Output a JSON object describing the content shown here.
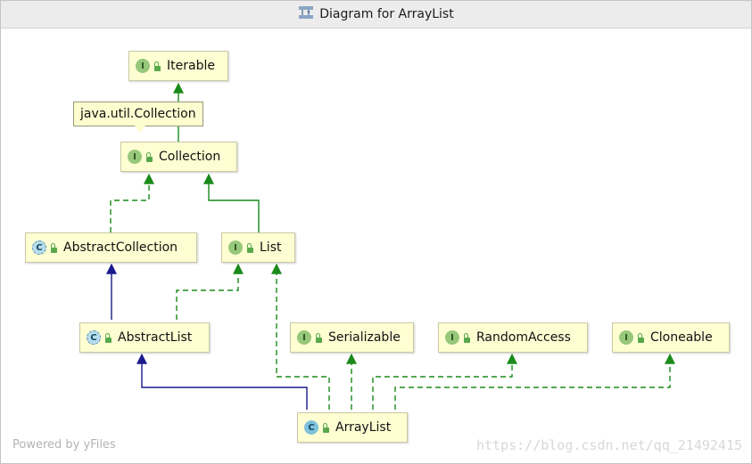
{
  "window": {
    "title": "Diagram for ArrayList",
    "icon": "class-diagram-icon"
  },
  "tooltip": "java.util.Collection",
  "nodes": {
    "iterable": {
      "label": "Iterable",
      "kind": "I"
    },
    "collection": {
      "label": "Collection",
      "kind": "I"
    },
    "abstract_collection": {
      "label": "AbstractCollection",
      "kind": "C"
    },
    "list": {
      "label": "List",
      "kind": "I"
    },
    "abstract_list": {
      "label": "AbstractList",
      "kind": "C"
    },
    "serializable": {
      "label": "Serializable",
      "kind": "I"
    },
    "random_access": {
      "label": "RandomAccess",
      "kind": "I"
    },
    "cloneable": {
      "label": "Cloneable",
      "kind": "I"
    },
    "array_list": {
      "label": "ArrayList",
      "kind": "C"
    }
  },
  "edges": [
    {
      "from": "Collection",
      "to": "Iterable",
      "type": "extends"
    },
    {
      "from": "AbstractCollection",
      "to": "Collection",
      "type": "implements"
    },
    {
      "from": "List",
      "to": "Collection",
      "type": "extends"
    },
    {
      "from": "AbstractList",
      "to": "AbstractCollection",
      "type": "extends-class"
    },
    {
      "from": "AbstractList",
      "to": "List",
      "type": "implements"
    },
    {
      "from": "ArrayList",
      "to": "AbstractList",
      "type": "extends-class"
    },
    {
      "from": "ArrayList",
      "to": "List",
      "type": "implements"
    },
    {
      "from": "ArrayList",
      "to": "Serializable",
      "type": "implements"
    },
    {
      "from": "ArrayList",
      "to": "RandomAccess",
      "type": "implements"
    },
    {
      "from": "ArrayList",
      "to": "Cloneable",
      "type": "implements"
    }
  ],
  "colors": {
    "interface_edge": "#1a8a1a",
    "class_edge": "#1a1a8c",
    "node_fill": "#fefed2"
  },
  "footer": "Powered by yFiles",
  "watermark": "https://blog.csdn.net/qq_21492415"
}
